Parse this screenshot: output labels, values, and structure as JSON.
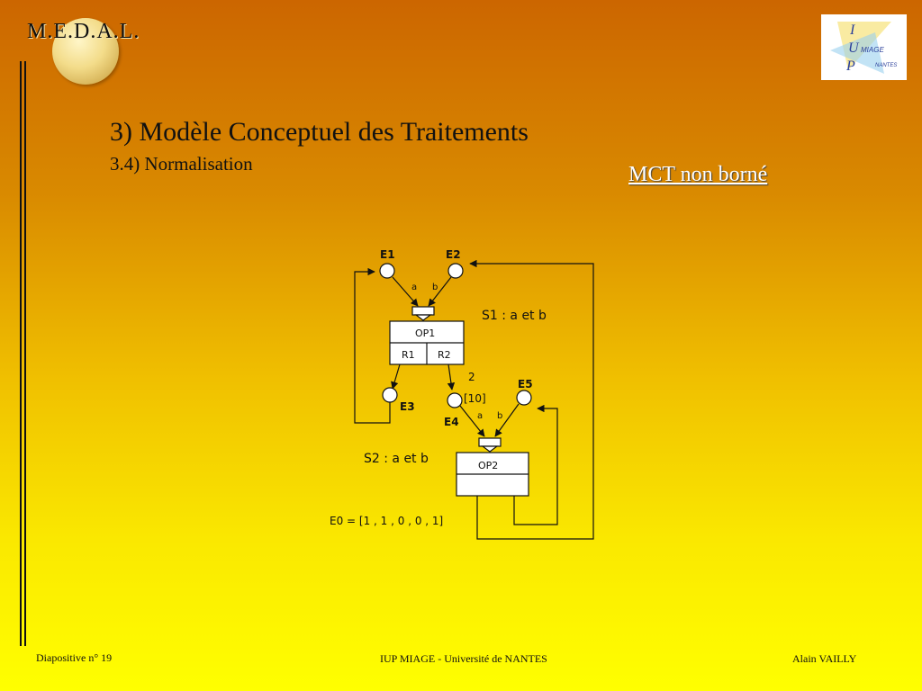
{
  "header": {
    "brand": "M.E.D.A.L.",
    "logo_letters": [
      "I",
      "U",
      "P"
    ],
    "logo_words": [
      "MIAGE",
      "NANTES"
    ]
  },
  "slide": {
    "title": "3) Modèle Conceptuel des Traitements",
    "subtitle": "3.4) Normalisation",
    "link": "MCT non borné"
  },
  "diagram": {
    "events": {
      "e1": "E1",
      "e2": "E2",
      "e3": "E3",
      "e4": "E4",
      "e5": "E5"
    },
    "arc_labels": {
      "a1": "a",
      "b1": "b",
      "a2": "a",
      "b2": "b",
      "weight": "2",
      "tokens": "[10]"
    },
    "sync1": "S1 : a et b",
    "sync2": "S2 : a et b",
    "op1": {
      "name": "OP1",
      "r1": "R1",
      "r2": "R2"
    },
    "op2": {
      "name": "OP2"
    },
    "initial_marking": "E0 = [1 , 1 , 0 , 0 , 1]"
  },
  "footer": {
    "left": "Diapositive n° 19",
    "center": "IUP MIAGE - Université de NANTES",
    "right": "Alain VAILLY"
  },
  "colors": {
    "link": "#ffffff",
    "text": "#111111"
  }
}
